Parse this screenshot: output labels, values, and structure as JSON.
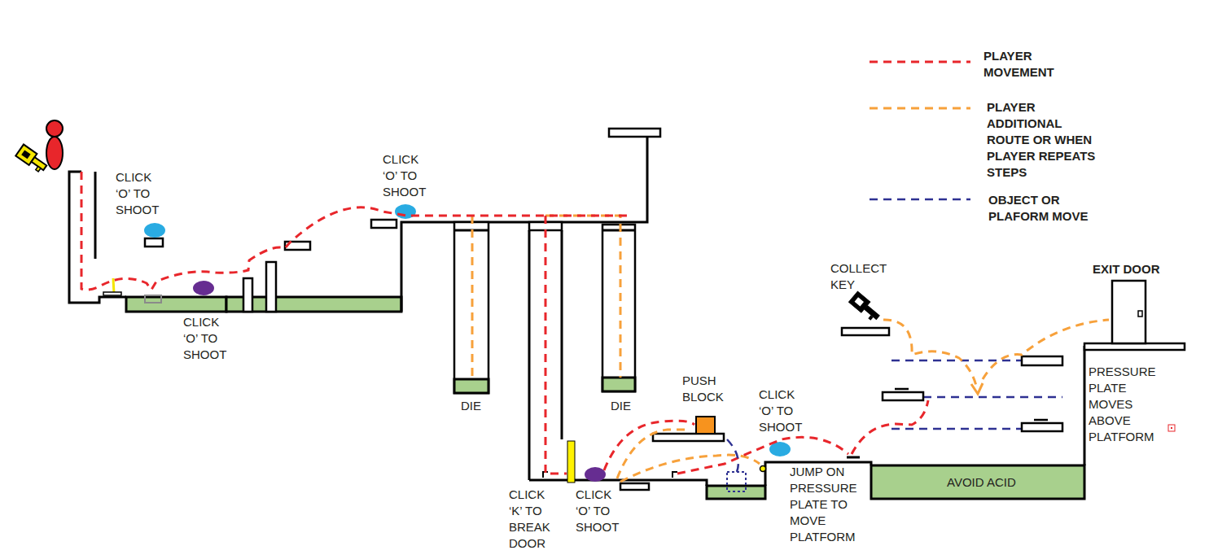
{
  "diagram": {
    "labels": [
      "CLICK ‘O’ TO SHOOT",
      "CLICK ‘O’ TO SHOOT",
      "CLICK ‘O’ TO SHOOT",
      "DIE",
      "DIE",
      "COLLECT KEY",
      "EXIT DOOR",
      "PUSH BLOCK",
      "CLICK ‘O’ TO SHOOT",
      "PRESSURE PLATE MOVES ABOVE PLATFORM",
      "AVOID ACID",
      "CLICK ‘K’ TO BREAK DOOR",
      "CLICK ‘O’ TO SHOOT",
      "JUMP ON PRESSURE PLATE TO MOVE PLATFORM"
    ],
    "legend": [
      {
        "text": "PLAYER MOVEMENT"
      },
      {
        "text": "PLAYER ADDITIONAL ROUTE OR WHEN PLAYER REPEATS STEPS"
      },
      {
        "text": "OBJECT OR PLAFORM MOVE"
      }
    ]
  }
}
